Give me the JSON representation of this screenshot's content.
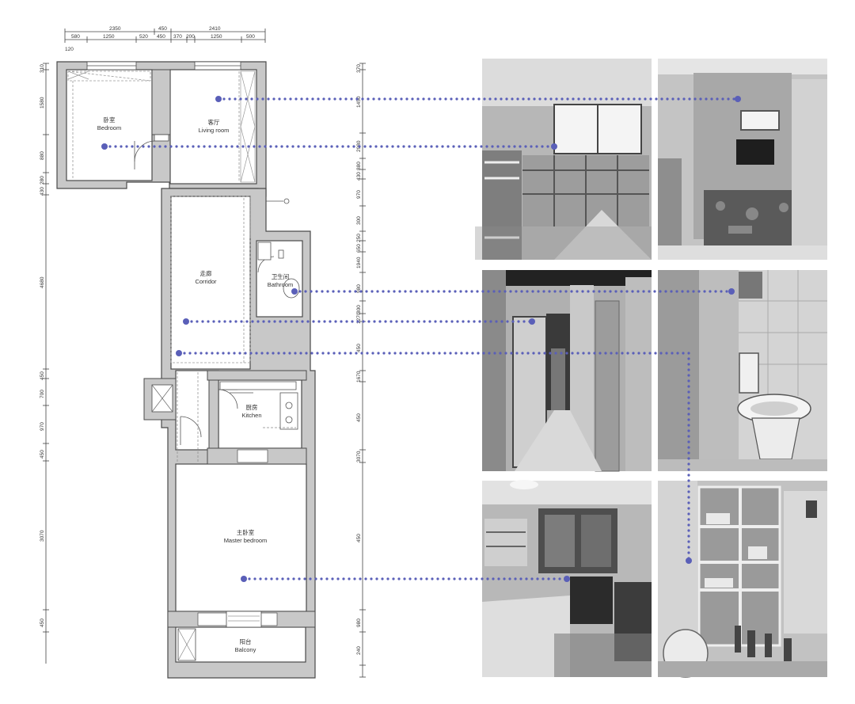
{
  "rooms": {
    "bedroom": {
      "zh": "卧室",
      "en": "Bedroom"
    },
    "living_room": {
      "zh": "客厅",
      "en": "Living room"
    },
    "corridor": {
      "zh": "走廊",
      "en": "Corridor"
    },
    "bathroom": {
      "zh": "卫生间",
      "en": "Bathroom"
    },
    "kitchen": {
      "zh": "厨房",
      "en": "Kitchen"
    },
    "master_bedroom": {
      "zh": "主卧室",
      "en": "Master bedroom"
    },
    "balcony": {
      "zh": "阳台",
      "en": "Balcony"
    }
  },
  "dimensions": {
    "top_totals": [
      "2350",
      "450",
      "2410"
    ],
    "top_segments": [
      "580",
      "1250",
      "520",
      "450",
      "370",
      "200",
      "1250",
      "500"
    ],
    "top_edge": "120",
    "left": [
      "310",
      "1580",
      "880",
      "280",
      "430",
      "4680",
      "450",
      "700",
      "970",
      "450",
      "3070",
      "450"
    ],
    "right": [
      "370",
      "1450",
      "2980",
      "880",
      "430",
      "970",
      "300",
      "250",
      "650",
      "1940",
      "980",
      "300",
      "1270",
      "450",
      "1670",
      "450",
      "3070",
      "450",
      "980",
      "240"
    ]
  },
  "colors": {
    "wall": "#c8c8c8",
    "wall_line": "#4a4a4a",
    "leader": "#5a5fb8",
    "dashed": "#9a9a9a"
  },
  "photos": [
    {
      "name": "photo-bedroom",
      "subject": "bunk bed, shelves and window"
    },
    {
      "name": "photo-living-room",
      "subject": "toy-covered floor and TV"
    },
    {
      "name": "photo-corridor",
      "subject": "narrow corridor with doors"
    },
    {
      "name": "photo-bathroom",
      "subject": "toilet and tiled wall"
    },
    {
      "name": "photo-master-bedroom",
      "subject": "bed, desk chair and window"
    },
    {
      "name": "photo-kitchen-shelves",
      "subject": "open shelving with kitchenware"
    }
  ]
}
